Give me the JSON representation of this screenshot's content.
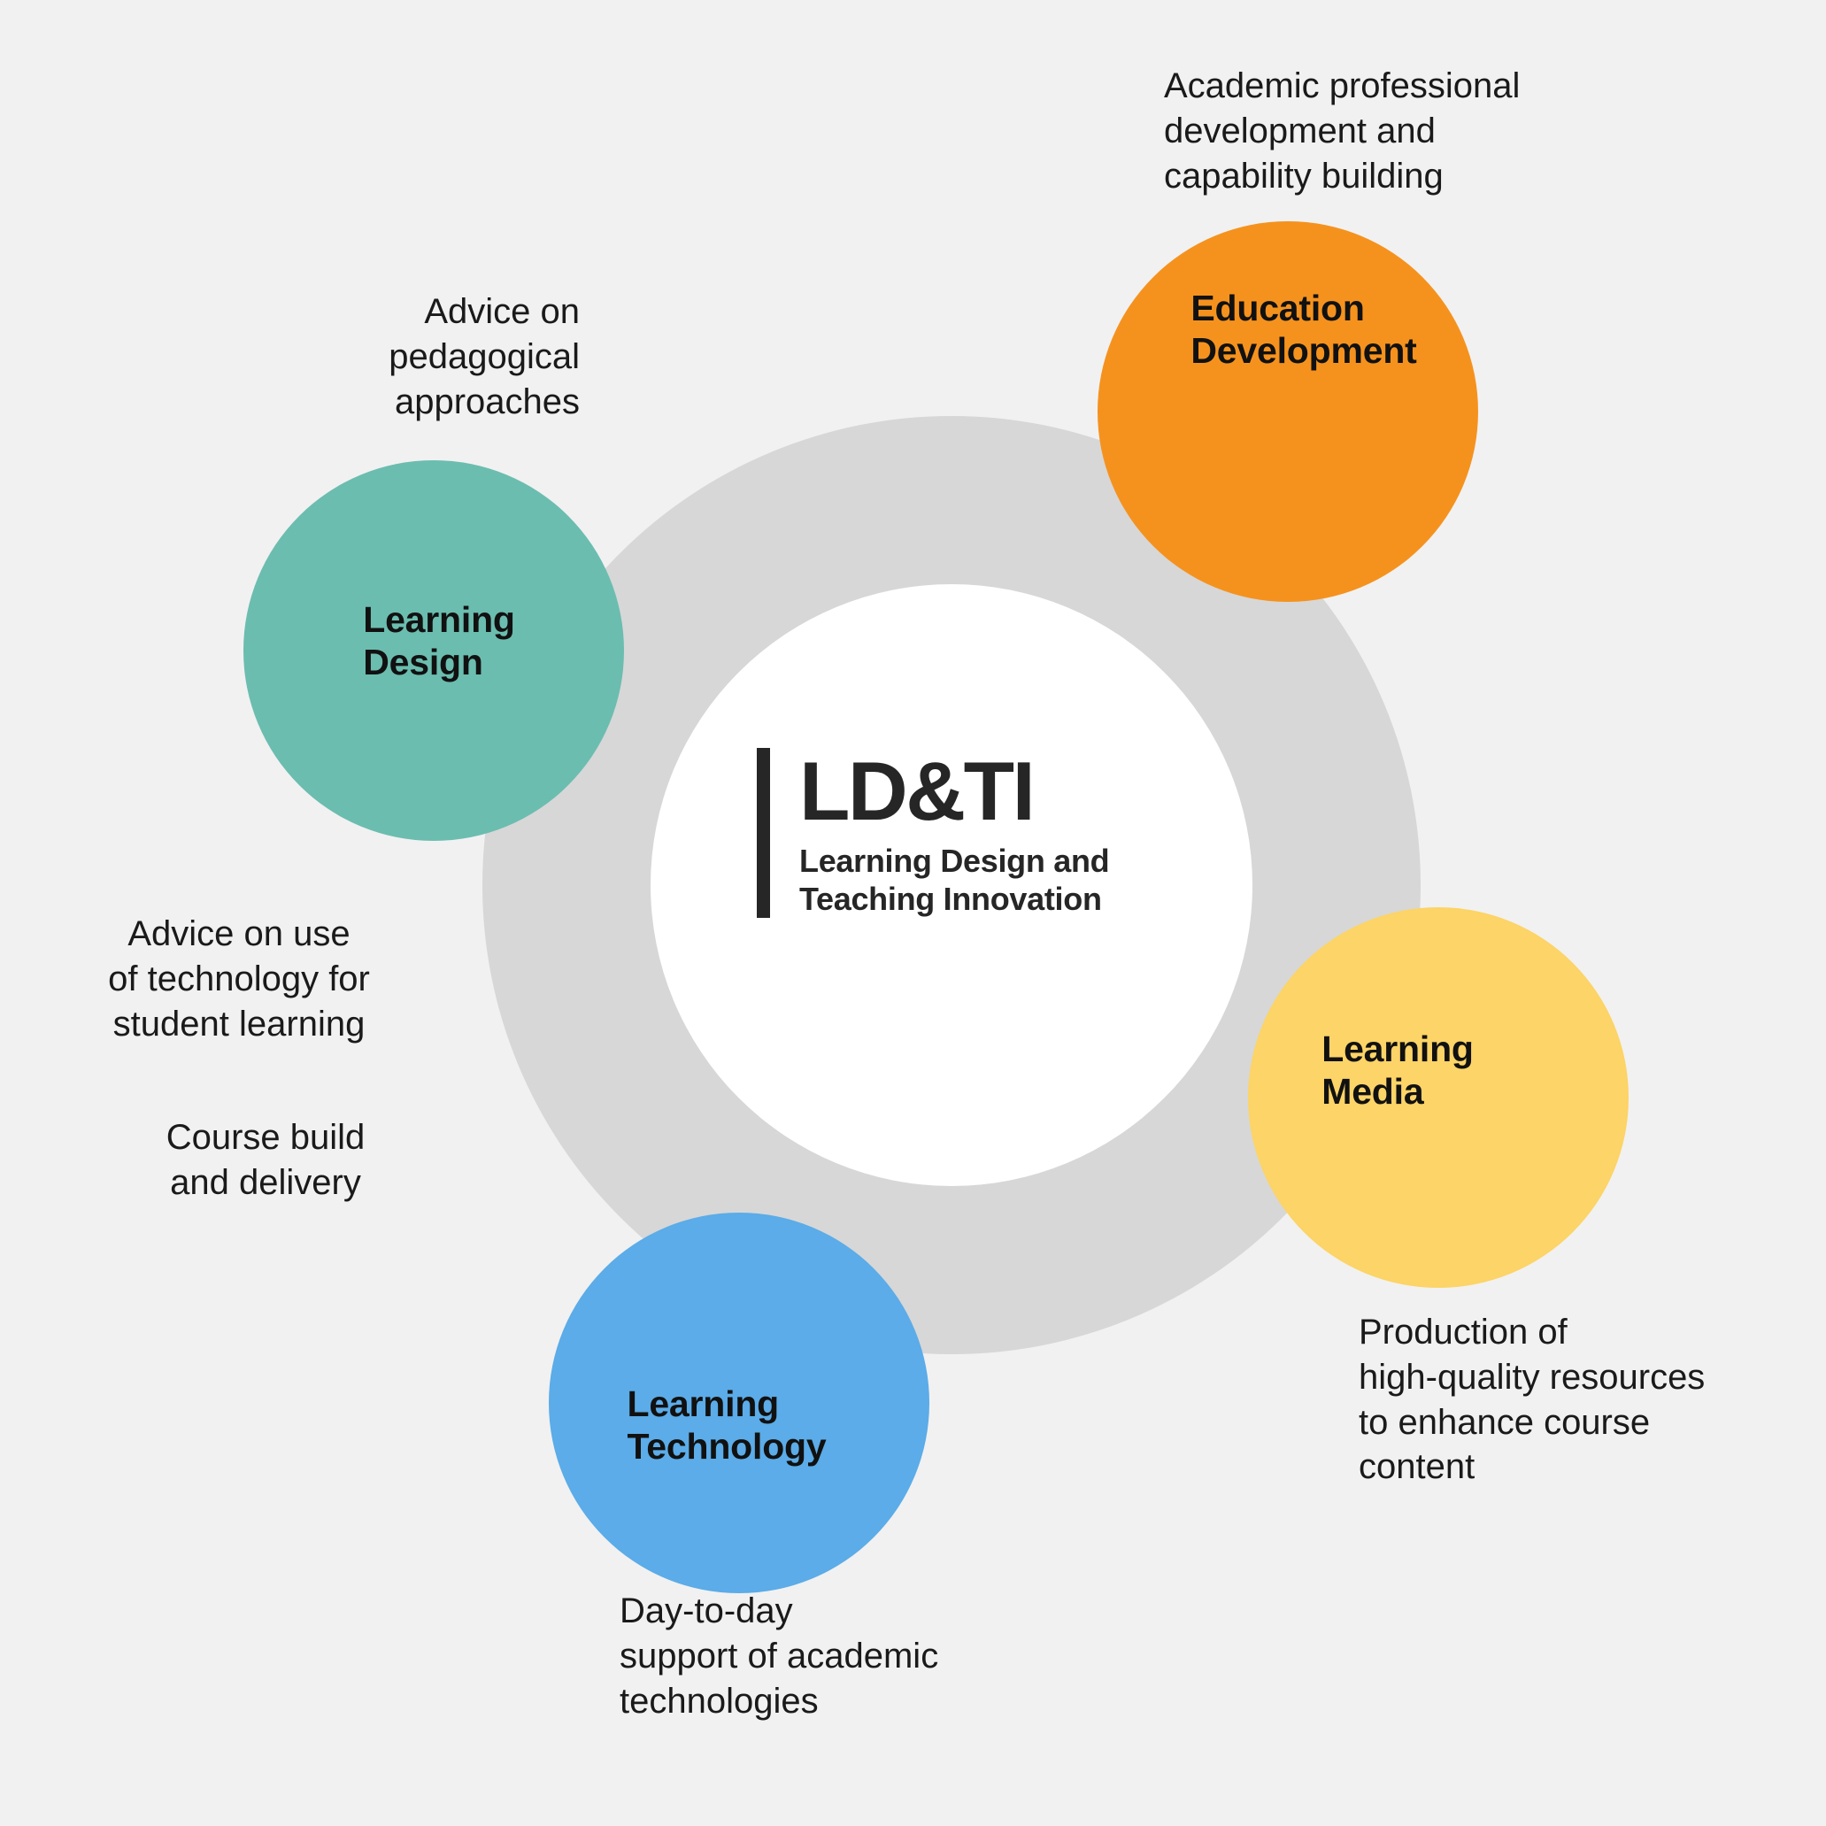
{
  "background_color": "#f1f1f1",
  "diagram": {
    "type": "concentric-hub-and-nodes",
    "ring": {
      "outer_color": "#d7d7d7",
      "inner_color": "#ffffff"
    },
    "center_logo": {
      "acronym": "LD&TI",
      "subtitle": "Learning Design and\nTeaching Innovation",
      "rule_color": "#262626",
      "text_color": "#262626"
    },
    "nodes": [
      {
        "id": "learning-design",
        "label": "Learning\nDesign",
        "color": "#6bbdaf",
        "caption": "Advice on\npedagogical\napproaches",
        "caption_align": "right"
      },
      {
        "id": "education-development",
        "label": "Education\nDevelopment",
        "color": "#f5921e",
        "caption": "Academic professional\ndevelopment and\ncapability building",
        "caption_align": "left"
      },
      {
        "id": "learning-media",
        "label": "Learning\nMedia",
        "color": "#fcd467",
        "caption": "Production of\nhigh-quality resources\nto enhance course\ncontent",
        "caption_align": "left"
      },
      {
        "id": "learning-technology",
        "label": "Learning\nTechnology",
        "color": "#5bace8",
        "caption": "Day-to-day\nsupport of academic\ntechnologies",
        "caption_align": "left"
      }
    ],
    "extra_captions": [
      {
        "id": "technology-advice",
        "text": "Advice on use\nof technology for\nstudent learning",
        "align": "center"
      },
      {
        "id": "course-build",
        "text": "Course build\nand delivery",
        "align": "center"
      }
    ]
  }
}
